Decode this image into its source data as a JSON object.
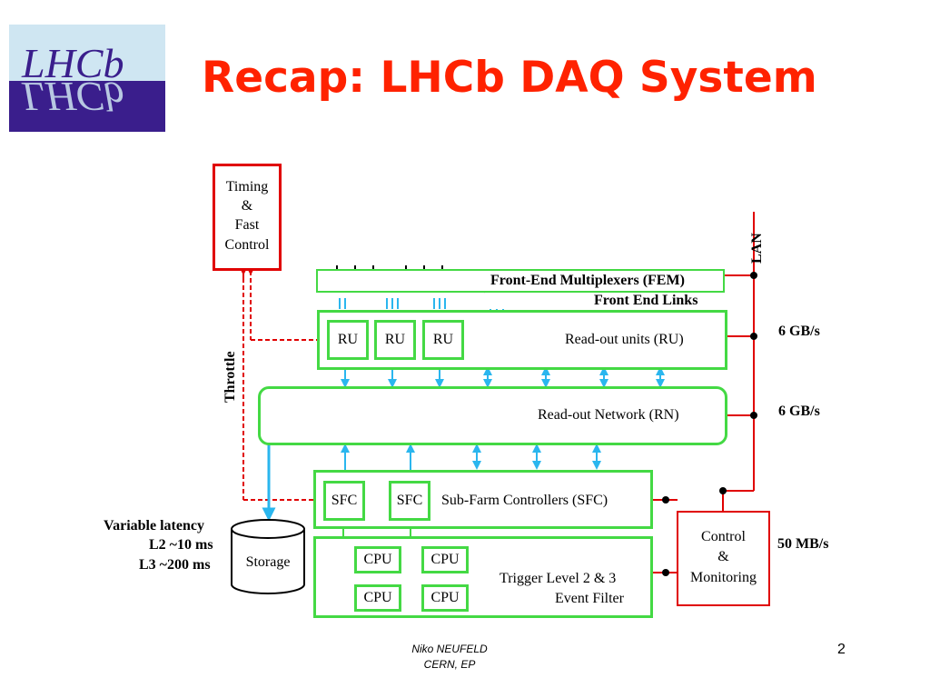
{
  "title": "Recap: LHCb DAQ System",
  "logo": {
    "text": "LHCb"
  },
  "diagram": {
    "timing_box": [
      "Timing",
      "&",
      "Fast",
      "Control"
    ],
    "fem_label": "Front-End Multiplexers (FEM)",
    "front_end_links": "Front End Links",
    "lan": "LAN",
    "ru_units": [
      "RU",
      "RU",
      "RU"
    ],
    "ru_label": "Read-out units (RU)",
    "rn_label": "Read-out Network (RN)",
    "throttle": "Throttle",
    "rate_ru": "6 GB/s",
    "rate_rn": "6 GB/s",
    "sfc_units": [
      "SFC",
      "SFC"
    ],
    "sfc_label": "Sub-Farm Controllers (SFC)",
    "cpus": [
      "CPU",
      "CPU",
      "CPU",
      "CPU"
    ],
    "trigger_label_1": "Trigger Level 2 & 3",
    "trigger_label_2": "Event Filter",
    "storage": "Storage",
    "latency_1": "Variable latency",
    "latency_2": "L2 ~10 ms",
    "latency_3": "L3 ~200 ms",
    "control_box": [
      "Control",
      "&",
      "Monitoring"
    ],
    "rate_control": "50 MB/s"
  },
  "colors": {
    "title": "#ff2200",
    "green": "#44d944",
    "red": "#e00000",
    "cyan": "#2ab6ee"
  },
  "footer": {
    "author": "Niko NEUFELD",
    "affiliation": "CERN, EP",
    "page": "2"
  }
}
